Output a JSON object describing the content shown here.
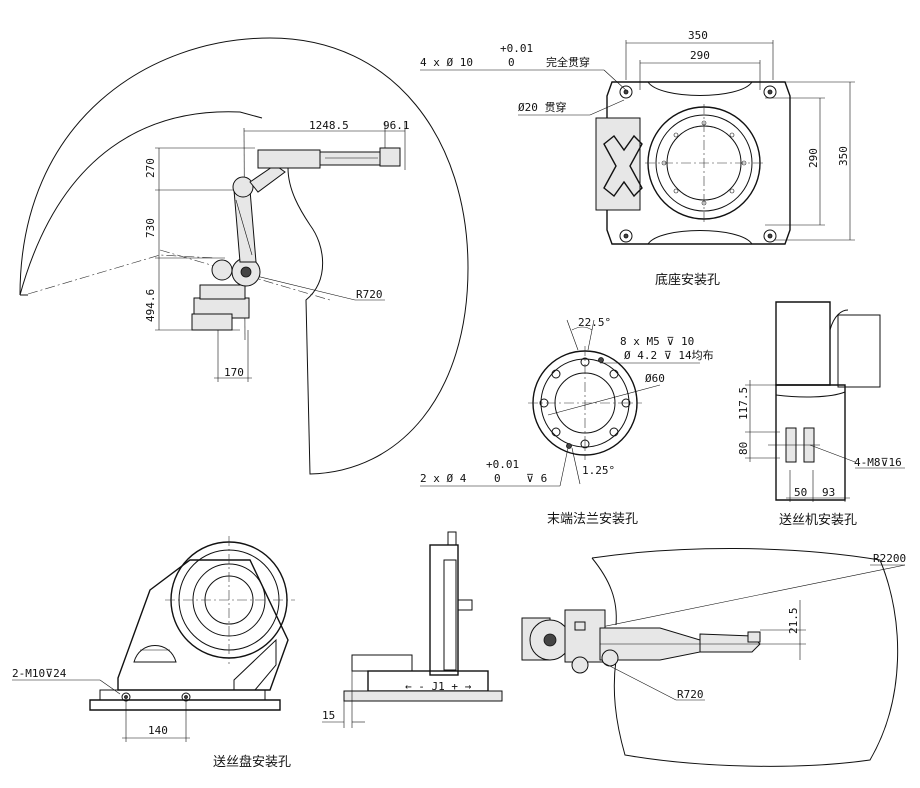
{
  "views": {
    "base": {
      "caption": "底座安装孔",
      "dims": {
        "outer_width": "350",
        "hole_width": "290",
        "outer_height": "350",
        "hole_height": "290"
      },
      "note_tol_upper": "+0.01",
      "note_holes": "4 x Ø 10",
      "note_tol_lower": "0",
      "note_through": "完全贯穿",
      "note_hole20": "Ø20 贯穿"
    },
    "robot_side": {
      "dims": {
        "reach": "1248.5",
        "flange": "96.1",
        "h1": "270",
        "h2": "730",
        "h3": "494.6",
        "base_w": "170",
        "radius": "R720"
      }
    },
    "flange": {
      "caption": "末端法兰安装孔",
      "angle": "22.5°",
      "note_m5": "8 x M5 ⊽ 10",
      "note_d42": "Ø 4.2 ⊽ 14均布",
      "pcd": "Ø60",
      "note_tol_upper": "+0.01",
      "note_pin": "2 x Ø 4",
      "note_tol_lower": "0",
      "note_depth": "⊽ 6",
      "angle2": "1.25°"
    },
    "feeder": {
      "caption": "送丝机安装孔",
      "h1": "117.5",
      "h2": "80",
      "note": "4-M8⊽16",
      "w1": "50",
      "w2": "93"
    },
    "spool": {
      "caption": "送丝盘安装孔",
      "note": "2-M10⊽24",
      "w": "140",
      "w2": "15",
      "axis_label": "← - J1 + →"
    },
    "top": {
      "r_outer": "R2200",
      "r_inner": "R720",
      "offset": "21.5"
    }
  }
}
